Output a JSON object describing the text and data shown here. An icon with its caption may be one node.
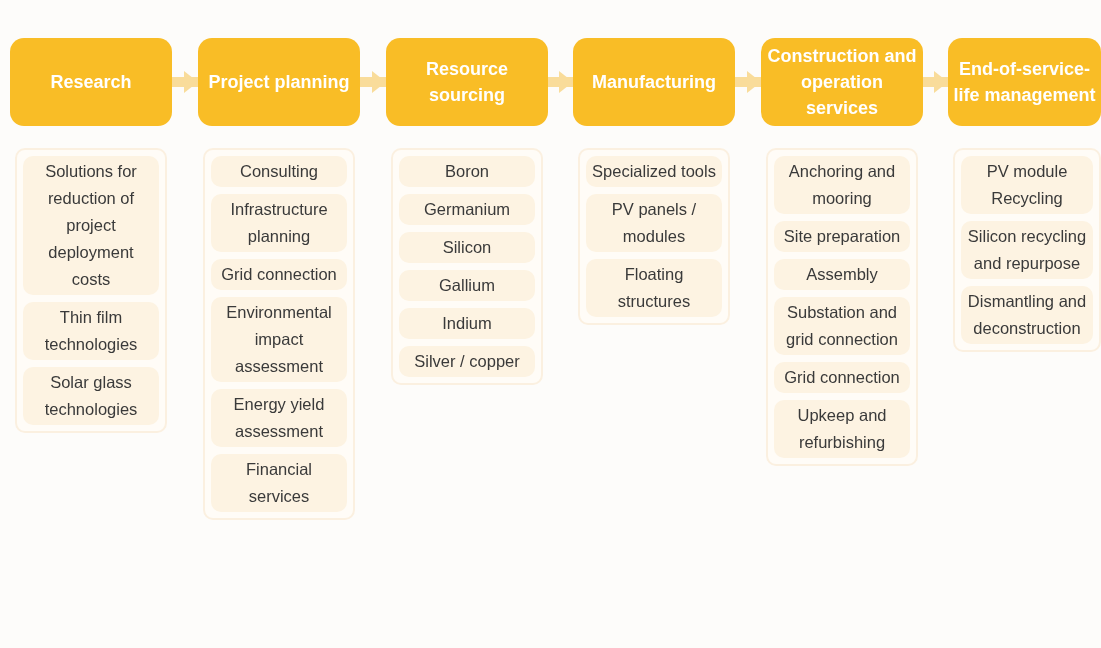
{
  "diagram": {
    "nodes": [
      {
        "text": [
          "Research"
        ]
      },
      {
        "text": [
          "Project planning"
        ]
      },
      {
        "text": [
          "Resource sourcing"
        ]
      },
      {
        "text": [
          "Manufacturing"
        ]
      },
      {
        "text": [
          "Construction and operation services"
        ]
      },
      {
        "text": [
          "End-of-service-life management"
        ]
      },
      {
        "text": [],
        "shape": "box"
      },
      {
        "text": [
          "Solutions for reduction of project deployment costs"
        ],
        "in": 6
      },
      {
        "text": [
          "Thin film technologies"
        ],
        "in": 6
      },
      {
        "text": [
          "Solar glass technologies"
        ],
        "in": 6
      },
      {
        "text": [],
        "shape": "box"
      },
      {
        "text": [
          "Consulting"
        ],
        "in": 10
      },
      {
        "text": [
          "Infrastructure planning"
        ],
        "in": 10
      },
      {
        "text": [
          "Grid connection"
        ],
        "in": 10
      },
      {
        "text": [
          "Environmental impact assessment"
        ],
        "in": 10
      },
      {
        "text": [
          "Energy yield assessment"
        ],
        "in": 10
      },
      {
        "text": [
          "Financial services"
        ],
        "in": 10
      },
      {
        "text": [],
        "shape": "box"
      },
      {
        "text": [
          "Boron"
        ],
        "in": 17
      },
      {
        "text": [
          "Germanium"
        ],
        "in": 17
      },
      {
        "text": [
          "Silicon"
        ],
        "in": 17
      },
      {
        "text": [
          "Gallium"
        ],
        "in": 17
      },
      {
        "text": [
          "Indium"
        ],
        "in": 17
      },
      {
        "text": [
          "Silver / copper"
        ],
        "in": 17
      },
      {
        "text": [],
        "shape": "box"
      },
      {
        "text": [
          "Specialized tools"
        ],
        "in": 24
      },
      {
        "text": [
          "PV panels / modules"
        ],
        "in": 24
      },
      {
        "text": [
          "Floating structures"
        ],
        "in": 24
      },
      {
        "text": [],
        "shape": "box"
      },
      {
        "text": [
          "Anchoring and mooring"
        ],
        "in": 28
      },
      {
        "text": [
          "Site preparation"
        ],
        "in": 28
      },
      {
        "text": [
          "Assembly"
        ],
        "in": 28
      },
      {
        "text": [
          "Substation and grid connection"
        ],
        "in": 28
      },
      {
        "text": [
          "Grid connection"
        ],
        "in": 28
      },
      {
        "text": [
          "Upkeep and refurbishing"
        ],
        "in": 28
      },
      {
        "text": [],
        "shape": "box"
      },
      {
        "text": [
          "PV module Recycling"
        ],
        "in": 35
      },
      {
        "text": [
          "Silicon recycling and repurpose"
        ],
        "in": 35
      },
      {
        "text": [
          "Dismantling and deconstruction"
        ],
        "in": 35
      }
    ],
    "edges": [
      {
        "from": 0,
        "to": 1,
        "arrow": "to"
      },
      {
        "from": 1,
        "to": 2,
        "arrow": "to"
      },
      {
        "from": 2,
        "to": 3,
        "arrow": "to"
      },
      {
        "from": 3,
        "to": 4,
        "arrow": "to"
      },
      {
        "from": 4,
        "to": 5,
        "arrow": "to"
      }
    ]
  }
}
